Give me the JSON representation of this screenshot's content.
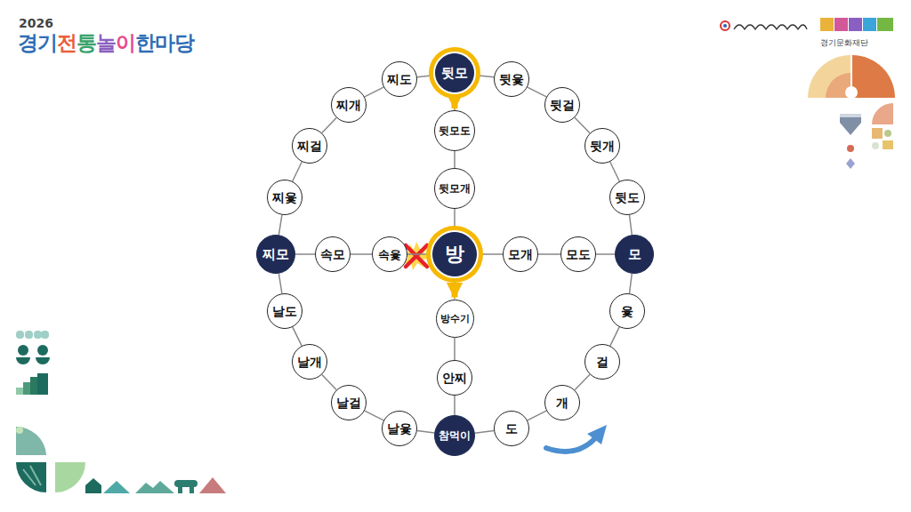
{
  "diagram": {
    "title": "경기전통놀이한마당",
    "nodes": [
      {
        "text": [
          "뒷모"
        ]
      },
      {
        "text": [
          "찌도"
        ]
      },
      {
        "text": [
          "뒷윷"
        ]
      },
      {
        "text": [
          "찌개"
        ]
      },
      {
        "text": [
          "뒷걸"
        ]
      },
      {
        "text": [
          "찌걸"
        ]
      },
      {
        "text": [
          "뒷개"
        ]
      },
      {
        "text": [
          "뒷모도"
        ]
      },
      {
        "text": [
          "뒷모개"
        ]
      },
      {
        "text": [
          "찌윷"
        ]
      },
      {
        "text": [
          "뒷도"
        ]
      },
      {
        "text": [
          "찌모"
        ]
      },
      {
        "text": [
          "속모"
        ]
      },
      {
        "text": [
          "속윷"
        ]
      },
      {
        "text": [
          "방"
        ]
      },
      {
        "text": [
          "모개"
        ]
      },
      {
        "text": [
          "모도"
        ]
      },
      {
        "text": [
          "모"
        ]
      },
      {
        "text": [
          "날도"
        ]
      },
      {
        "text": [
          "윷"
        ]
      },
      {
        "text": [
          "방수기"
        ]
      },
      {
        "text": [
          "날개"
        ]
      },
      {
        "text": [
          "걸"
        ]
      },
      {
        "text": [
          "안찌"
        ]
      },
      {
        "text": [
          "날걸"
        ]
      },
      {
        "text": [
          "개"
        ]
      },
      {
        "text": [
          "날윷"
        ]
      },
      {
        "text": [
          "참먹이"
        ]
      },
      {
        "text": [
          "도"
        ]
      }
    ],
    "edges": [
      {
        "from": 27,
        "to": 28,
        "arrow": "none"
      },
      {
        "from": 28,
        "to": 25,
        "arrow": "none"
      },
      {
        "from": 25,
        "to": 22,
        "arrow": "none"
      },
      {
        "from": 22,
        "to": 19,
        "arrow": "none"
      },
      {
        "from": 19,
        "to": 17,
        "arrow": "none"
      },
      {
        "from": 17,
        "to": 10,
        "arrow": "none"
      },
      {
        "from": 10,
        "to": 6,
        "arrow": "none"
      },
      {
        "from": 6,
        "to": 4,
        "arrow": "none"
      },
      {
        "from": 4,
        "to": 2,
        "arrow": "none"
      },
      {
        "from": 2,
        "to": 0,
        "arrow": "none"
      },
      {
        "from": 0,
        "to": 1,
        "arrow": "none"
      },
      {
        "from": 1,
        "to": 3,
        "arrow": "none"
      },
      {
        "from": 3,
        "to": 5,
        "arrow": "none"
      },
      {
        "from": 5,
        "to": 9,
        "arrow": "none"
      },
      {
        "from": 9,
        "to": 11,
        "arrow": "none"
      },
      {
        "from": 11,
        "to": 18,
        "arrow": "none"
      },
      {
        "from": 18,
        "to": 21,
        "arrow": "none"
      },
      {
        "from": 21,
        "to": 24,
        "arrow": "none"
      },
      {
        "from": 24,
        "to": 26,
        "arrow": "none"
      },
      {
        "from": 26,
        "to": 27,
        "arrow": "none"
      },
      {
        "from": 0,
        "to": 7,
        "arrow": "to"
      },
      {
        "from": 7,
        "to": 8,
        "arrow": "none"
      },
      {
        "from": 8,
        "to": 14,
        "arrow": "none"
      },
      {
        "from": 14,
        "to": 20,
        "arrow": "to"
      },
      {
        "from": 20,
        "to": 23,
        "arrow": "none"
      },
      {
        "from": 23,
        "to": 27,
        "arrow": "none"
      },
      {
        "from": 11,
        "to": 12,
        "arrow": "none"
      },
      {
        "from": 12,
        "to": 13,
        "arrow": "none"
      },
      {
        "from": 13,
        "to": 14,
        "arrow": "none"
      },
      {
        "from": 14,
        "to": 15,
        "arrow": "none"
      },
      {
        "from": 15,
        "to": 16,
        "arrow": "none"
      },
      {
        "from": 16,
        "to": 17,
        "arrow": "none"
      }
    ],
    "labels": [
      "2026",
      "경기문화재단"
    ]
  }
}
